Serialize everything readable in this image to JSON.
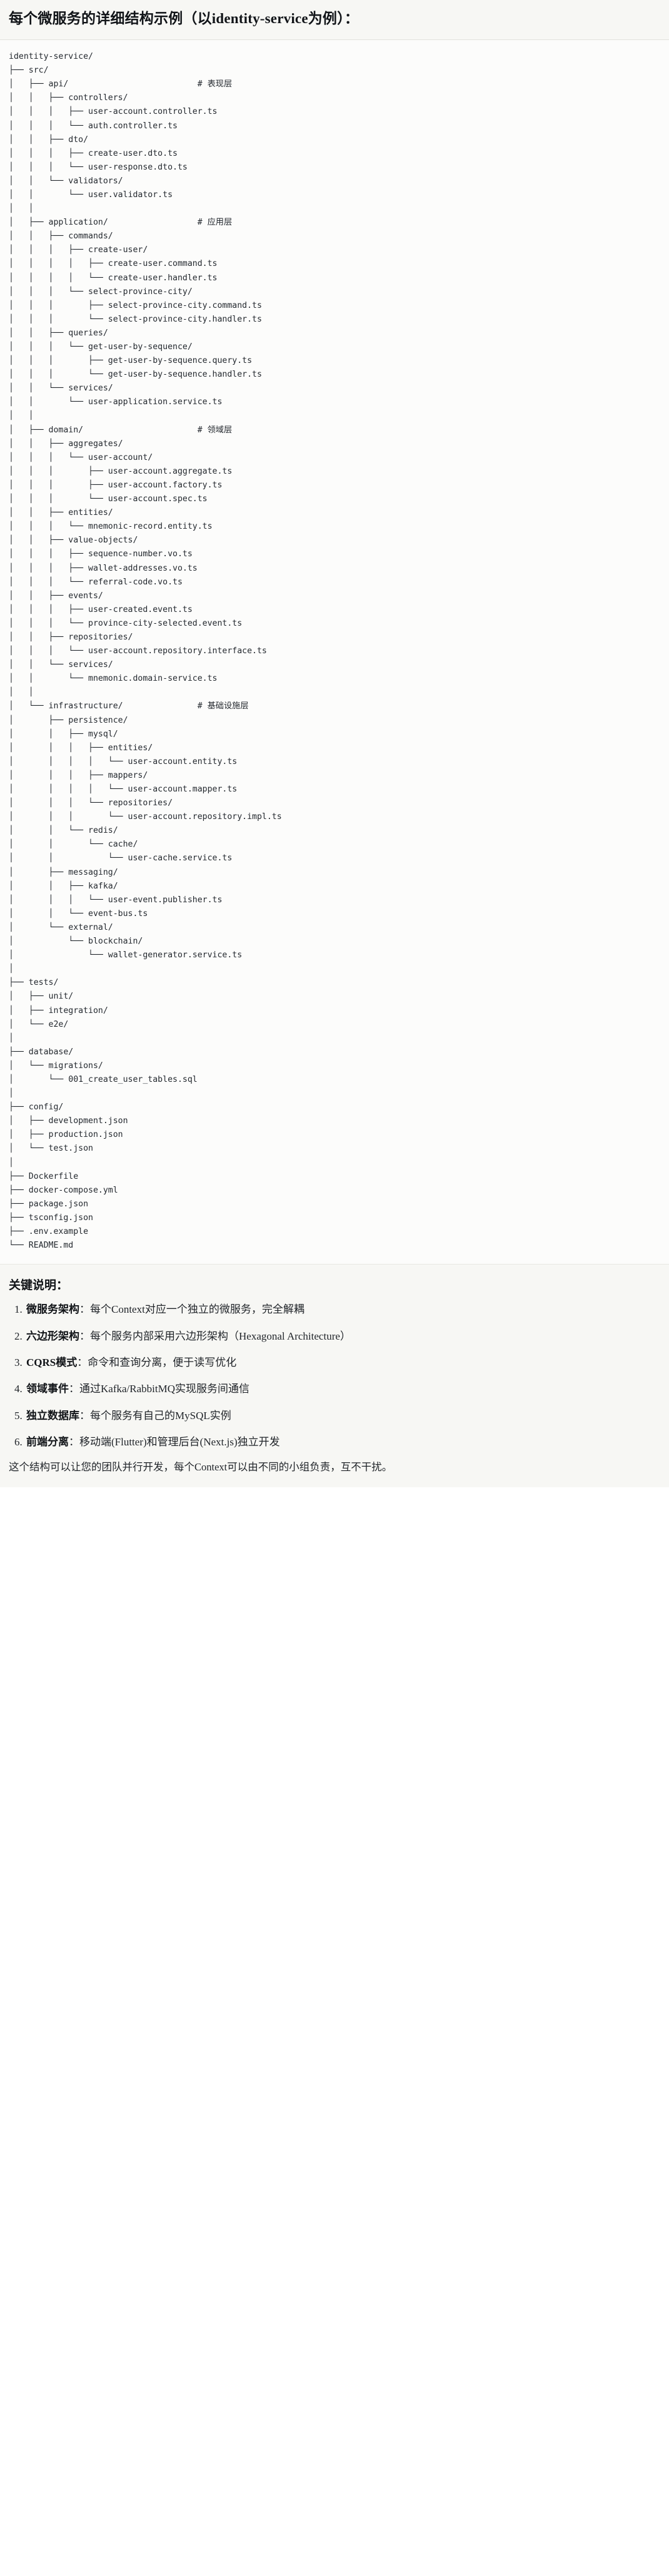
{
  "header": {
    "title": "每个微服务的详细结构示例（以identity-service为例）："
  },
  "tree": {
    "root_label": "identity-service/",
    "lines": [
      "identity-service/",
      "├── src/",
      "│   ├── api/                          # 表现层",
      "│   │   ├── controllers/",
      "│   │   │   ├── user-account.controller.ts",
      "│   │   │   └── auth.controller.ts",
      "│   │   ├── dto/",
      "│   │   │   ├── create-user.dto.ts",
      "│   │   │   └── user-response.dto.ts",
      "│   │   └── validators/",
      "│   │       └── user.validator.ts",
      "│   │",
      "│   ├── application/                  # 应用层",
      "│   │   ├── commands/",
      "│   │   │   ├── create-user/",
      "│   │   │   │   ├── create-user.command.ts",
      "│   │   │   │   └── create-user.handler.ts",
      "│   │   │   └── select-province-city/",
      "│   │   │       ├── select-province-city.command.ts",
      "│   │   │       └── select-province-city.handler.ts",
      "│   │   ├── queries/",
      "│   │   │   └── get-user-by-sequence/",
      "│   │   │       ├── get-user-by-sequence.query.ts",
      "│   │   │       └── get-user-by-sequence.handler.ts",
      "│   │   └── services/",
      "│   │       └── user-application.service.ts",
      "│   │",
      "│   ├── domain/                       # 领域层",
      "│   │   ├── aggregates/",
      "│   │   │   └── user-account/",
      "│   │   │       ├── user-account.aggregate.ts",
      "│   │   │       ├── user-account.factory.ts",
      "│   │   │       └── user-account.spec.ts",
      "│   │   ├── entities/",
      "│   │   │   └── mnemonic-record.entity.ts",
      "│   │   ├── value-objects/",
      "│   │   │   ├── sequence-number.vo.ts",
      "│   │   │   ├── wallet-addresses.vo.ts",
      "│   │   │   └── referral-code.vo.ts",
      "│   │   ├── events/",
      "│   │   │   ├── user-created.event.ts",
      "│   │   │   └── province-city-selected.event.ts",
      "│   │   ├── repositories/",
      "│   │   │   └── user-account.repository.interface.ts",
      "│   │   └── services/",
      "│   │       └── mnemonic.domain-service.ts",
      "│   │",
      "│   └── infrastructure/               # 基础设施层",
      "│       ├── persistence/",
      "│       │   ├── mysql/",
      "│       │   │   ├── entities/",
      "│       │   │   │   └── user-account.entity.ts",
      "│       │   │   ├── mappers/",
      "│       │   │   │   └── user-account.mapper.ts",
      "│       │   │   └── repositories/",
      "│       │   │       └── user-account.repository.impl.ts",
      "│       │   └── redis/",
      "│       │       └── cache/",
      "│       │           └── user-cache.service.ts",
      "│       ├── messaging/",
      "│       │   ├── kafka/",
      "│       │   │   └── user-event.publisher.ts",
      "│       │   └── event-bus.ts",
      "│       └── external/",
      "│           └── blockchain/",
      "│               └── wallet-generator.service.ts",
      "│",
      "├── tests/",
      "│   ├── unit/",
      "│   ├── integration/",
      "│   └── e2e/",
      "│",
      "├── database/",
      "│   └── migrations/",
      "│       └── 001_create_user_tables.sql",
      "│",
      "├── config/",
      "│   ├── development.json",
      "│   ├── production.json",
      "│   └── test.json",
      "│",
      "├── Dockerfile",
      "├── docker-compose.yml",
      "├── package.json",
      "├── tsconfig.json",
      "├── .env.example",
      "└── README.md"
    ]
  },
  "notes": {
    "title": "关键说明：",
    "items": [
      {
        "term": "微服务架构",
        "desc": "：每个Context对应一个独立的微服务，完全解耦"
      },
      {
        "term": "六边形架构",
        "desc": "：每个服务内部采用六边形架构（Hexagonal Architecture）"
      },
      {
        "term": "CQRS模式",
        "desc": "：命令和查询分离，便于读写优化"
      },
      {
        "term": "领域事件",
        "desc": "：通过Kafka/RabbitMQ实现服务间通信"
      },
      {
        "term": "独立数据库",
        "desc": "：每个服务有自己的MySQL实例"
      },
      {
        "term": "前端分离",
        "desc": "：移动端(Flutter)和管理后台(Next.js)独立开发"
      }
    ],
    "closing": "这个结构可以让您的团队并行开发，每个Context可以由不同的小组负责，互不干扰。"
  },
  "colors": {
    "header_bg": "#f7f7f4",
    "code_bg": "#fcfcfb",
    "notes_bg": "#f7f7f4",
    "text": "#24292f",
    "border": "#e2e2dd"
  }
}
